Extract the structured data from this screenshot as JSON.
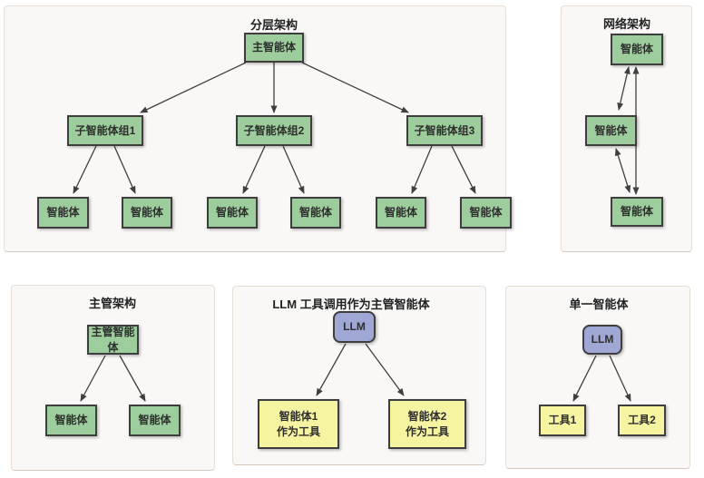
{
  "colors": {
    "agent_green": "#9dcd9d",
    "llm_purple": "#9fa8d4",
    "tool_yellow": "#f6f3a1",
    "box_border": "#3e3e3e",
    "panel_bg": "#f9f8f7",
    "panel_border": "#e7dfd6",
    "panel_border_bottom": "#d9c8ba",
    "arrow": "#3f3f3f",
    "text": "#2e2e2e"
  },
  "panels": {
    "hierarchical": {
      "title": "分层架构",
      "main": "主智能体",
      "groups": [
        "子智能体组1",
        "子智能体组2",
        "子智能体组3"
      ],
      "agents": [
        "智能体",
        "智能体",
        "智能体",
        "智能体",
        "智能体",
        "智能体"
      ]
    },
    "network": {
      "title": "网络架构",
      "nodes": [
        "智能体",
        "智能体",
        "智能体"
      ]
    },
    "supervisor": {
      "title": "主管架构",
      "main": "主管智能体",
      "agents": [
        "智能体",
        "智能体"
      ]
    },
    "llm_tools": {
      "title": "LLM 工具调用作为主管智能体",
      "main": "LLM",
      "tools": [
        {
          "line1": "智能体1",
          "line2": "作为工具"
        },
        {
          "line1": "智能体2",
          "line2": "作为工具"
        }
      ]
    },
    "single": {
      "title": "单一智能体",
      "main": "LLM",
      "tools": [
        "工具1",
        "工具2"
      ]
    }
  }
}
